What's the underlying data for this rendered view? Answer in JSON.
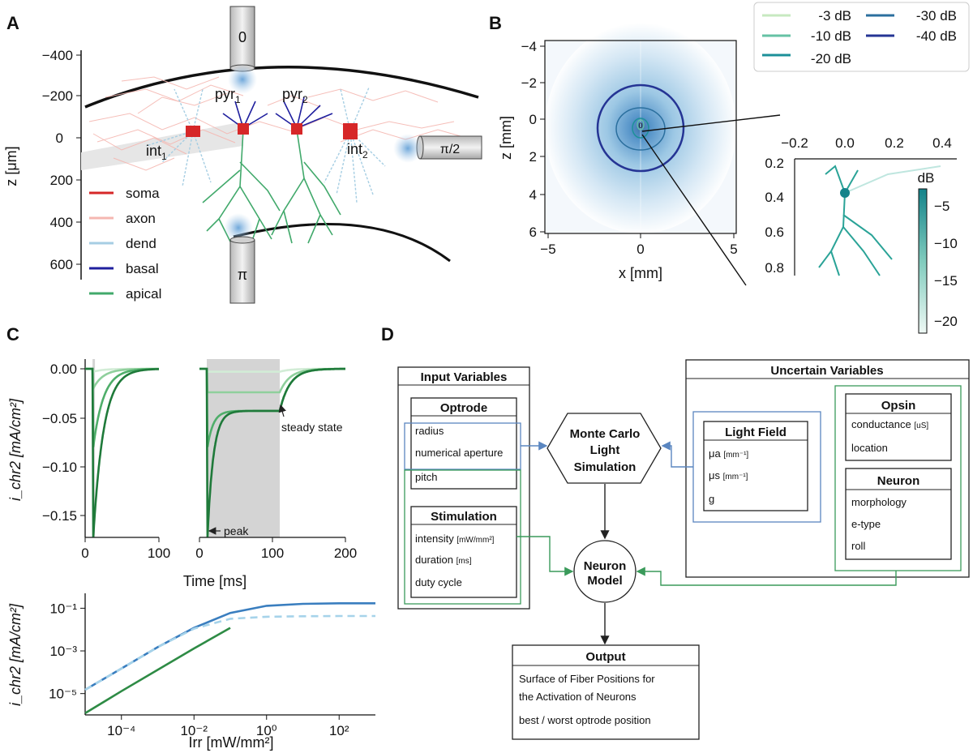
{
  "panels": {
    "A": "A",
    "B": "B",
    "C": "C",
    "D": "D"
  },
  "panelA": {
    "z_label": "z [μm]",
    "z_ticks": [
      "−400",
      "−200",
      "0",
      "200",
      "400",
      "600"
    ],
    "cells": {
      "pyr1": "pyr",
      "pyr1_sub": "1",
      "pyr2": "pyr",
      "pyr2_sub": "2",
      "int1": "int",
      "int1_sub": "1",
      "int2": "int",
      "int2_sub": "2"
    },
    "optrodes": {
      "top": "0",
      "right": "π/2",
      "bottom": "π"
    },
    "legend": [
      {
        "label": "soma",
        "color": "#d62728"
      },
      {
        "label": "axon",
        "color": "#f5b7b1"
      },
      {
        "label": "dend",
        "color": "#a6cee3"
      },
      {
        "label": "basal",
        "color": "#1f1f9e"
      },
      {
        "label": "apical",
        "color": "#41a96b"
      }
    ]
  },
  "panelB": {
    "legend": [
      {
        "label": "-3 dB",
        "color": "#c7e9c0"
      },
      {
        "label": "-10 dB",
        "color": "#66c2a4"
      },
      {
        "label": "-20 dB",
        "color": "#1c9099"
      },
      {
        "label": "-30 dB",
        "color": "#2b6f9e"
      },
      {
        "label": "-40 dB",
        "color": "#253494"
      }
    ],
    "xlabel": "x [mm]",
    "ylabel": "z [mm]",
    "x_ticks": [
      "−5",
      "0",
      "5"
    ],
    "y_ticks": [
      "−4",
      "−2",
      "0",
      "2",
      "4",
      "6"
    ],
    "inset_x_ticks": [
      "−0.2",
      "0.0",
      "0.2",
      "0.4"
    ],
    "inset_y_ticks": [
      "0.2",
      "0.4",
      "0.6",
      "0.8"
    ],
    "colorbar_label": "dB",
    "colorbar_ticks": [
      "−5",
      "−10",
      "−15",
      "−20"
    ],
    "contour_marker": "0"
  },
  "chart_data": [
    {
      "type": "line",
      "panel": "C-top-left",
      "xlabel": "Time [ms]",
      "ylabel": "i_chr2 [mA/cm²]",
      "xlim": [
        0,
        100
      ],
      "ylim": [
        -0.18,
        0.01
      ],
      "x_ticks": [
        "0",
        "100"
      ],
      "y_ticks": [
        "0.00",
        "−0.05",
        "−0.10",
        "−0.15"
      ],
      "stimulus_window_ms": [
        10,
        11
      ],
      "series": [
        {
          "color": "#d2ecd6",
          "peak": -0.003,
          "steady": -0.003
        },
        {
          "color": "#8fcf9c",
          "peak": -0.02,
          "steady": -0.02
        },
        {
          "color": "#4fae6a",
          "peak": -0.08,
          "steady": -0.08
        },
        {
          "color": "#1f7a3a",
          "peak": -0.172,
          "steady": -0.172
        }
      ]
    },
    {
      "type": "line",
      "panel": "C-top-right",
      "xlabel": "Time [ms]",
      "xlim": [
        0,
        200
      ],
      "ylim": [
        -0.18,
        0.01
      ],
      "x_ticks": [
        "0",
        "100",
        "200"
      ],
      "stimulus_window_ms": [
        10,
        110
      ],
      "annotations": {
        "steady": "steady state",
        "peak": "peak"
      },
      "series": [
        {
          "color": "#d2ecd6",
          "peak": -0.003,
          "steady": -0.003
        },
        {
          "color": "#8fcf9c",
          "peak": -0.024,
          "steady": -0.024
        },
        {
          "color": "#4fae6a",
          "peak": -0.08,
          "steady": -0.043
        },
        {
          "color": "#1f7a3a",
          "peak": -0.172,
          "steady": -0.043
        }
      ]
    },
    {
      "type": "line",
      "panel": "C-bottom",
      "xlabel": "Irr [mW/mm²]",
      "ylabel": "i_chr2 [mA/cm²]",
      "x_scale": "log",
      "y_scale": "log",
      "x_ticks": [
        "10⁻⁴",
        "10⁻²",
        "10⁰",
        "10²"
      ],
      "y_ticks": [
        "10⁻¹",
        "10⁻³",
        "10⁻⁵"
      ],
      "xlim": [
        1e-05,
        1000
      ],
      "ylim": [
        1e-06,
        0.5
      ],
      "series": [
        {
          "color": "#3a7ebf",
          "style": "solid",
          "x": [
            1e-05,
            0.0001,
            0.001,
            0.01,
            0.1,
            1,
            10,
            100,
            1000
          ],
          "y": [
            1.5e-05,
            0.00015,
            0.0015,
            0.012,
            0.06,
            0.13,
            0.16,
            0.17,
            0.17
          ]
        },
        {
          "color": "#a6d3ea",
          "style": "dashed",
          "x": [
            1e-05,
            0.0001,
            0.001,
            0.01,
            0.1,
            1,
            10,
            100,
            1000
          ],
          "y": [
            1.5e-05,
            0.00015,
            0.0015,
            0.011,
            0.032,
            0.04,
            0.042,
            0.043,
            0.043
          ]
        },
        {
          "color": "#2e8b45",
          "style": "solid",
          "x": [
            1e-05,
            0.0001,
            0.001,
            0.01,
            0.1
          ],
          "y": [
            1.2e-06,
            1.3e-05,
            0.00013,
            0.0013,
            0.012
          ]
        }
      ]
    }
  ],
  "panelD": {
    "input": {
      "title": "Input Variables",
      "optrode": {
        "title": "Optrode",
        "items": [
          "radius",
          "numerical aperture",
          "pitch"
        ]
      },
      "stim": {
        "title": "Stimulation",
        "items": [
          "intensity",
          "duration",
          "duty cycle"
        ],
        "units": [
          "[mW/mm²]",
          "[ms]",
          ""
        ]
      }
    },
    "mc": {
      "lines": [
        "Monte Carlo",
        "Light",
        "Simulation"
      ]
    },
    "neuron_model": {
      "lines": [
        "Neuron",
        "Model"
      ]
    },
    "uncertain": {
      "title": "Uncertain Variables",
      "light": {
        "title": "Light Field",
        "items": [
          "μa",
          "μs",
          "g"
        ],
        "units": [
          "[mm⁻¹]",
          "[mm⁻¹]",
          ""
        ]
      },
      "opsin": {
        "title": "Opsin",
        "items": [
          "conductance",
          "location"
        ],
        "units": [
          "[uS]",
          ""
        ]
      },
      "neuron": {
        "title": "Neuron",
        "items": [
          "morphology",
          "e-type",
          "roll"
        ]
      }
    },
    "output": {
      "title": "Output",
      "lines": [
        "Surface of Fiber Positions for",
        "the Activation of Neurons",
        "best / worst  optrode position"
      ]
    }
  }
}
